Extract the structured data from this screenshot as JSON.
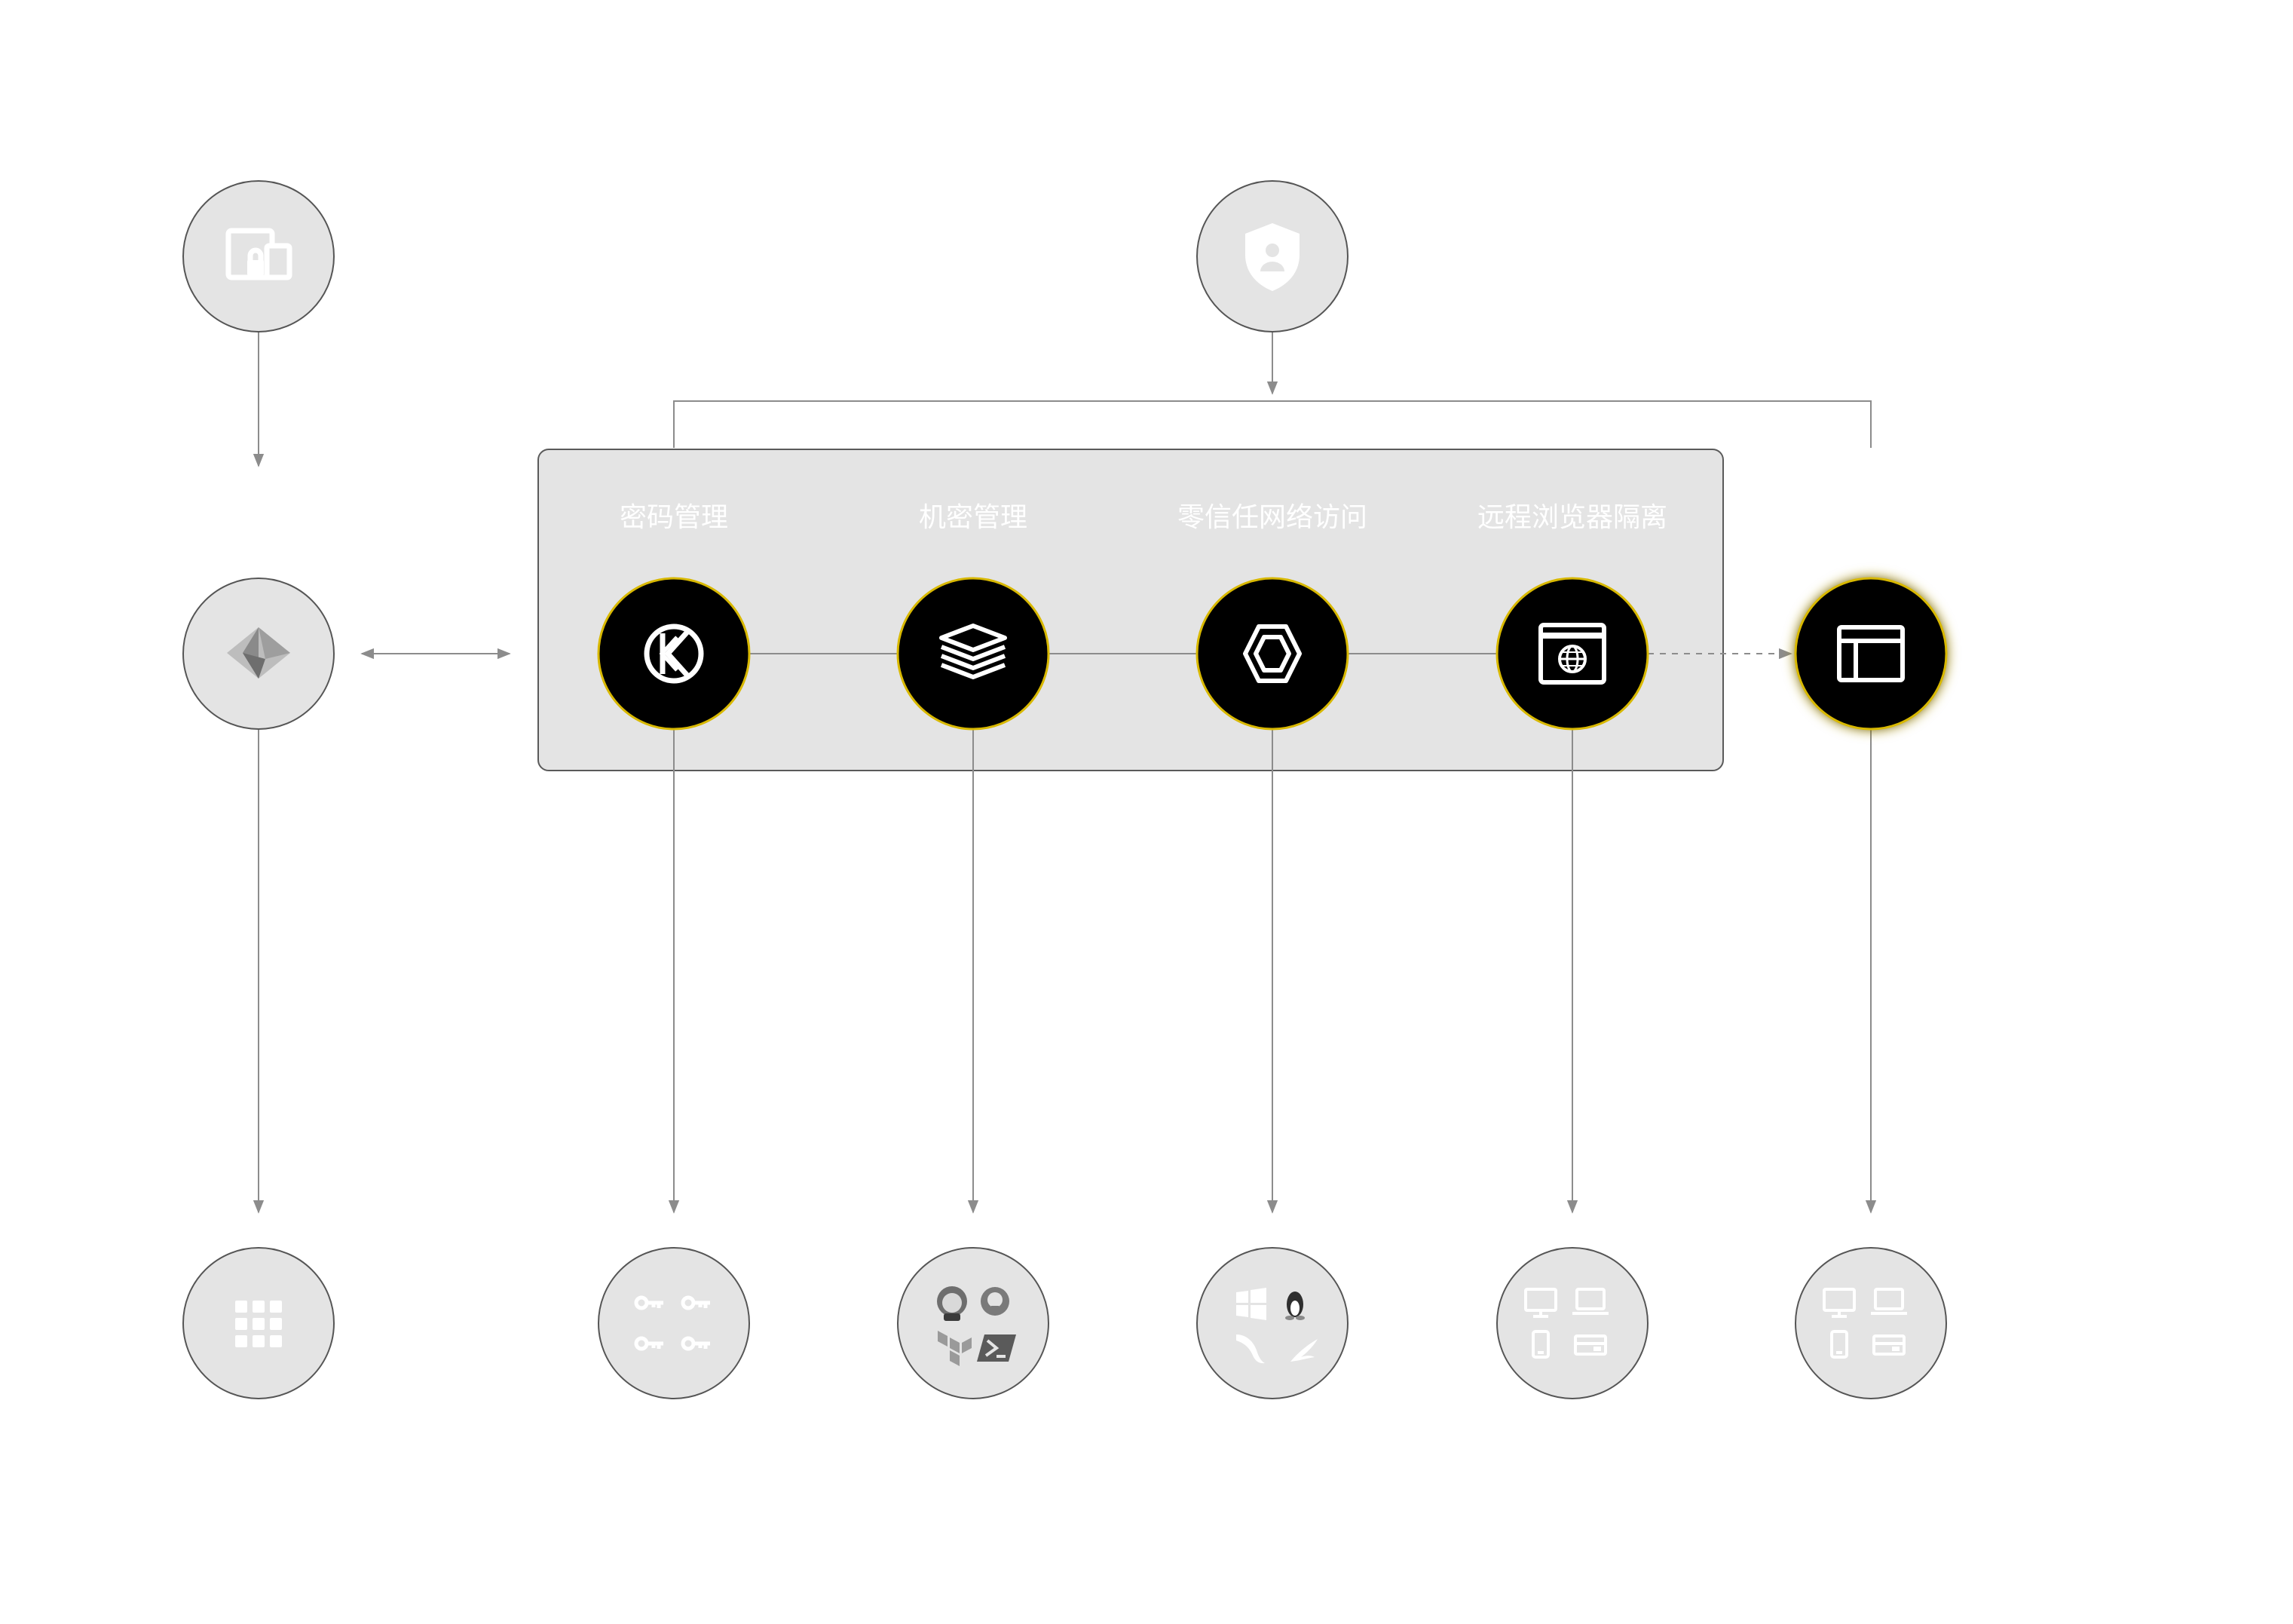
{
  "platform": {
    "labels": [
      "密码管理",
      "机密管理",
      "零信任网络访问",
      "远程浏览器隔离"
    ]
  },
  "icons": {
    "top_left": "devices-lock-icon",
    "top_center": "shield-user-icon",
    "identity": "azure-ad-icon",
    "products": [
      "keeper-logo-icon",
      "secrets-stack-icon",
      "zero-trust-hexagon-icon",
      "browser-globe-icon",
      "browser-window-icon"
    ],
    "bottom": [
      "apps-grid-icon",
      "keys-icon",
      "devops-tools-icon",
      "os-database-icon",
      "endpoint-devices-icon",
      "endpoint-devices-icon"
    ]
  },
  "colors": {
    "panel_fill": "#e4e4e4",
    "node_fill": "#000000",
    "node_ring": "#d8b800",
    "line": "#8c8c8c",
    "label": "#ffffff"
  }
}
